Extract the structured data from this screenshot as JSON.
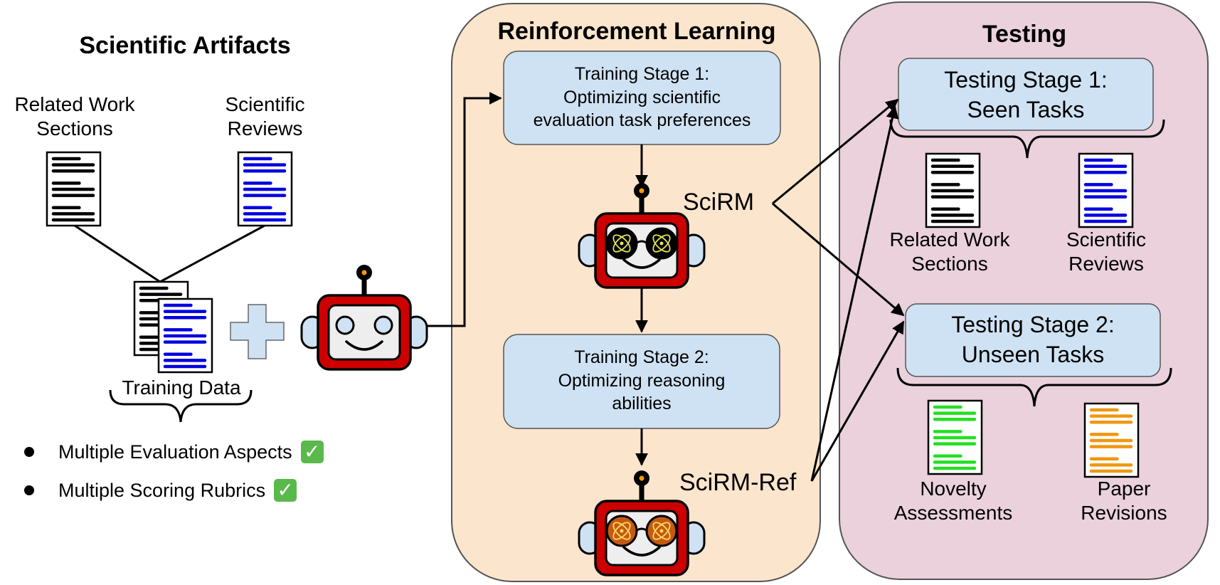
{
  "artifacts": {
    "title": "Scientific Artifacts",
    "sources": [
      {
        "label_line1": "Related Work",
        "label_line2": "Sections",
        "line_color": "#000000"
      },
      {
        "label_line1": "Scientific",
        "label_line2": "Reviews",
        "line_color": "#0000e0"
      }
    ],
    "training_data_label": "Training Data",
    "bullets": [
      {
        "text": "Multiple Evaluation Aspects",
        "check": "✓"
      },
      {
        "text": "Multiple Scoring Rubrics",
        "check": "✓"
      }
    ]
  },
  "rl": {
    "title": "Reinforcement Learning",
    "stage1": {
      "line1": "Training Stage 1:",
      "line2": "Optimizing scientific",
      "line3": "evaluation task preferences"
    },
    "stage2": {
      "line1": "Training Stage 2:",
      "line2": "Optimizing reasoning",
      "line3": "abilities"
    },
    "model1": "SciRM",
    "model2": "SciRM-Ref"
  },
  "testing": {
    "title": "Testing",
    "stage1": {
      "line1": "Testing Stage 1:",
      "line2": "Seen Tasks"
    },
    "stage2": {
      "line1": "Testing Stage 2:",
      "line2": "Unseen Tasks"
    },
    "seen_tasks": [
      {
        "label_line1": "Related Work",
        "label_line2": "Sections",
        "line_color": "#000000"
      },
      {
        "label_line1": "Scientific",
        "label_line2": "Reviews",
        "line_color": "#0000e0"
      }
    ],
    "unseen_tasks": [
      {
        "label_line1": "Novelty",
        "label_line2": "Assessments",
        "line_color": "#22e022"
      },
      {
        "label_line1": "Paper",
        "label_line2": "Revisions",
        "line_color": "#f0960f"
      }
    ]
  },
  "colors": {
    "rl_panel": "#fce5cd",
    "testing_panel": "#ead1dc",
    "stage_box": "#cfe2f3",
    "robot_frame": "#cc0000",
    "robot_face": "#eeeeee",
    "robot_ear": "#cfe2f3",
    "antenna_light": "#ff9900",
    "goggle_scirm": "#000000",
    "atom_scirm": "#e6e35a",
    "goggle_ref": "#c55a11",
    "atom_ref": "#ffd966"
  }
}
